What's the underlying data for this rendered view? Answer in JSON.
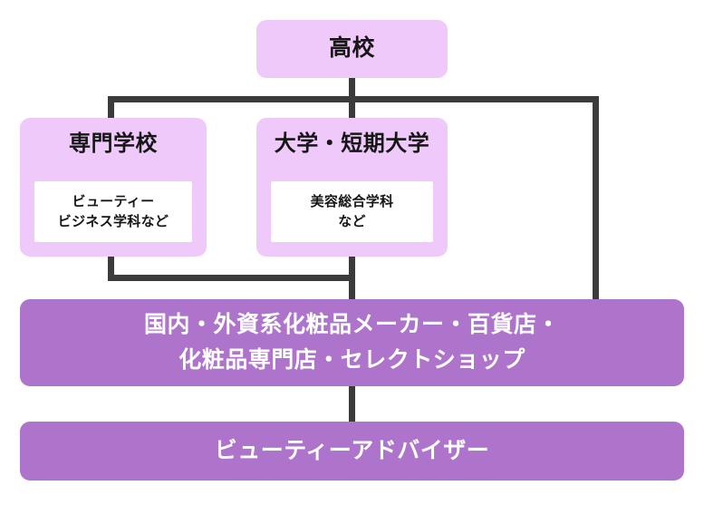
{
  "diagram": {
    "title_flow": "beauty-advisor-career-path",
    "colors": {
      "light_node": "#eec9fa",
      "strong_node": "#ae74cb",
      "connector": "#3b3b3b",
      "inner_box": "#ffffff",
      "background": "#ffffff"
    },
    "nodes": {
      "highschool": {
        "label": "高校"
      },
      "vocational": {
        "label": "専門学校",
        "detail_line1": "ビューティー",
        "detail_line2": "ビジネス学科など"
      },
      "university": {
        "label": "大学・短期大学",
        "detail_line1": "美容総合学科",
        "detail_line2": "など"
      },
      "employers": {
        "label_line1": "国内・外資系化粧品メーカー・百貨店・",
        "label_line2": "化粧品専門店・セレクトショップ"
      },
      "role": {
        "label": "ビューティーアドバイザー"
      }
    }
  }
}
